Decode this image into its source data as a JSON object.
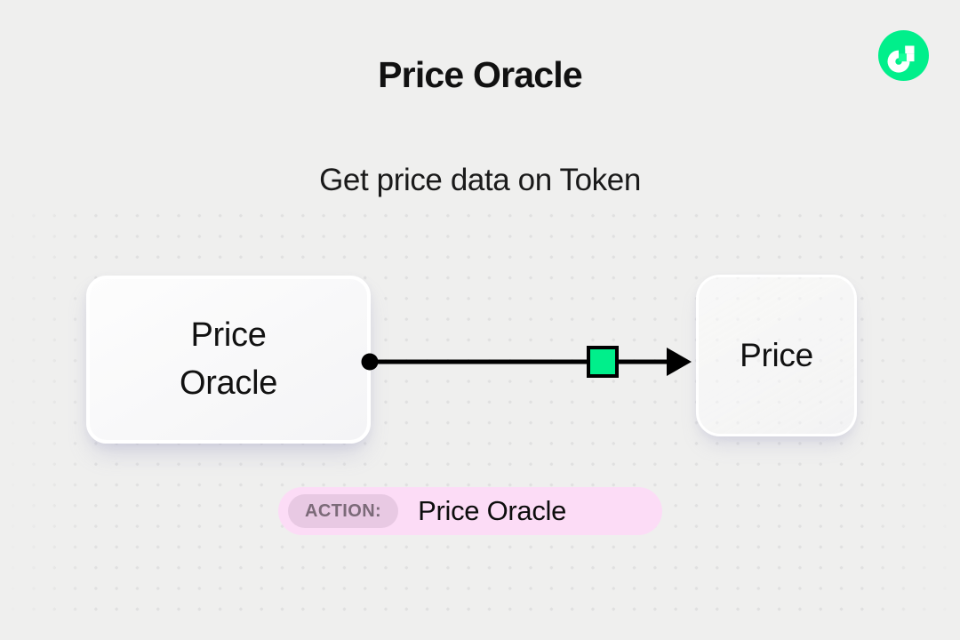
{
  "page": {
    "title": "Price Oracle",
    "subtitle": "Get price data on Token",
    "background_color": "#efefee",
    "accent_color": "#00ef8b"
  },
  "logo": {
    "name": "flow-logo",
    "circle_color": "#00ef8b",
    "mark_color": "#ffffff",
    "accent_color": "#16ff99"
  },
  "diagram": {
    "nodes": [
      {
        "id": "source",
        "label": "Price\nOracle",
        "label_line_1": "Price",
        "label_line_2": "Oracle",
        "role": "source"
      },
      {
        "id": "target",
        "label": "Price",
        "role": "target"
      }
    ],
    "edge": {
      "from": "source",
      "to": "target",
      "line_color": "#000000",
      "start_dot_color": "#000000",
      "marker_color": "#00ef8b",
      "marker_border_color": "#000000",
      "marker_shape": "square",
      "arrowhead": "filled-triangle"
    }
  },
  "action_bar": {
    "tag_label": "ACTION:",
    "value": "Price Oracle",
    "background_color": "#fcdcf6",
    "tag_background_color": "#e8c9e3",
    "tag_text_color": "#7b6a78"
  }
}
